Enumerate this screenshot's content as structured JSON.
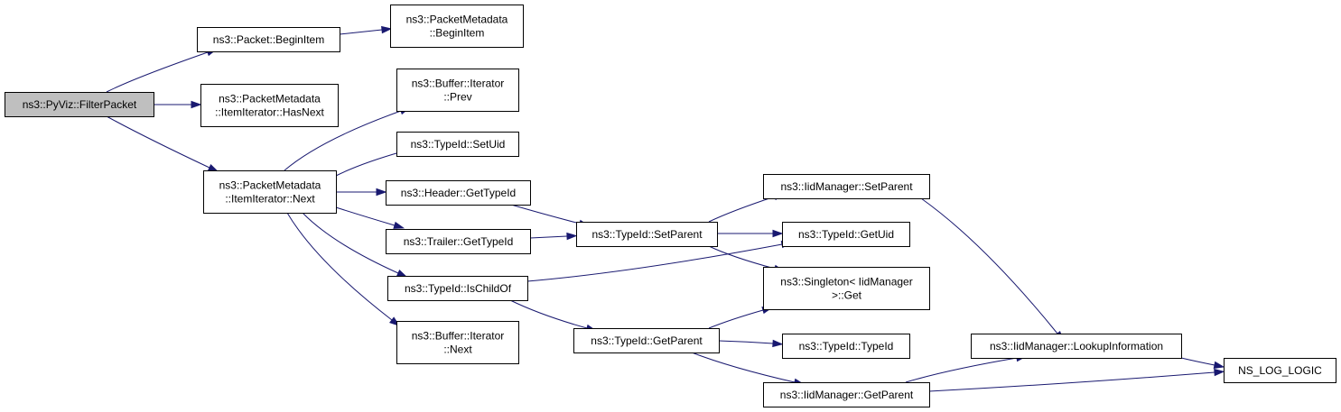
{
  "diagram": {
    "type": "call-graph",
    "colors": {
      "edge": "#191970",
      "root_fill": "#bfbfbf",
      "node_fill": "#ffffff",
      "node_border": "#000000"
    },
    "nodes": [
      {
        "id": "filter_packet",
        "lines": [
          "ns3::PyViz::FilterPacket"
        ],
        "root": true
      },
      {
        "id": "packet_begin_item",
        "lines": [
          "ns3::Packet::BeginItem"
        ]
      },
      {
        "id": "pm_begin_item",
        "lines": [
          "ns3::PacketMetadata",
          "::BeginItem"
        ]
      },
      {
        "id": "pm_has_next",
        "lines": [
          "ns3::PacketMetadata",
          "::ItemIterator::HasNext"
        ]
      },
      {
        "id": "pm_next",
        "lines": [
          "ns3::PacketMetadata",
          "::ItemIterator::Next"
        ]
      },
      {
        "id": "buf_prev",
        "lines": [
          "ns3::Buffer::Iterator",
          "::Prev"
        ]
      },
      {
        "id": "typeid_setuid",
        "lines": [
          "ns3::TypeId::SetUid"
        ]
      },
      {
        "id": "header_gettypeid",
        "lines": [
          "ns3::Header::GetTypeId"
        ]
      },
      {
        "id": "trailer_gettypeid",
        "lines": [
          "ns3::Trailer::GetTypeId"
        ]
      },
      {
        "id": "typeid_ischildof",
        "lines": [
          "ns3::TypeId::IsChildOf"
        ]
      },
      {
        "id": "buf_next",
        "lines": [
          "ns3::Buffer::Iterator",
          "::Next"
        ]
      },
      {
        "id": "typeid_setparent",
        "lines": [
          "ns3::TypeId::SetParent"
        ]
      },
      {
        "id": "typeid_getparent",
        "lines": [
          "ns3::TypeId::GetParent"
        ]
      },
      {
        "id": "iid_setparent",
        "lines": [
          "ns3::IidManager::SetParent"
        ]
      },
      {
        "id": "typeid_getuid",
        "lines": [
          "ns3::TypeId::GetUid"
        ]
      },
      {
        "id": "singleton_get",
        "lines": [
          "ns3::Singleton< IidManager",
          " >::Get"
        ]
      },
      {
        "id": "typeid_typeid",
        "lines": [
          "ns3::TypeId::TypeId"
        ]
      },
      {
        "id": "iid_getparent",
        "lines": [
          "ns3::IidManager::GetParent"
        ]
      },
      {
        "id": "iid_lookup",
        "lines": [
          "ns3::IidManager::LookupInformation"
        ]
      },
      {
        "id": "ns_log_logic",
        "lines": [
          "NS_LOG_LOGIC"
        ]
      }
    ],
    "edges": [
      {
        "from": "filter_packet",
        "to": "packet_begin_item"
      },
      {
        "from": "filter_packet",
        "to": "pm_has_next"
      },
      {
        "from": "filter_packet",
        "to": "pm_next"
      },
      {
        "from": "packet_begin_item",
        "to": "pm_begin_item"
      },
      {
        "from": "pm_next",
        "to": "buf_prev"
      },
      {
        "from": "pm_next",
        "to": "typeid_setuid"
      },
      {
        "from": "pm_next",
        "to": "header_gettypeid"
      },
      {
        "from": "pm_next",
        "to": "trailer_gettypeid"
      },
      {
        "from": "pm_next",
        "to": "typeid_ischildof"
      },
      {
        "from": "pm_next",
        "to": "buf_next"
      },
      {
        "from": "header_gettypeid",
        "to": "typeid_setparent"
      },
      {
        "from": "trailer_gettypeid",
        "to": "typeid_setparent"
      },
      {
        "from": "typeid_setparent",
        "to": "iid_setparent"
      },
      {
        "from": "typeid_setparent",
        "to": "typeid_getuid"
      },
      {
        "from": "typeid_setparent",
        "to": "singleton_get"
      },
      {
        "from": "typeid_ischildof",
        "to": "typeid_getuid"
      },
      {
        "from": "typeid_ischildof",
        "to": "typeid_getparent"
      },
      {
        "from": "typeid_getparent",
        "to": "singleton_get"
      },
      {
        "from": "typeid_getparent",
        "to": "typeid_typeid"
      },
      {
        "from": "typeid_getparent",
        "to": "iid_getparent"
      },
      {
        "from": "iid_setparent",
        "to": "iid_lookup"
      },
      {
        "from": "iid_getparent",
        "to": "iid_lookup"
      },
      {
        "from": "iid_getparent",
        "to": "ns_log_logic"
      },
      {
        "from": "iid_lookup",
        "to": "ns_log_logic"
      }
    ]
  }
}
